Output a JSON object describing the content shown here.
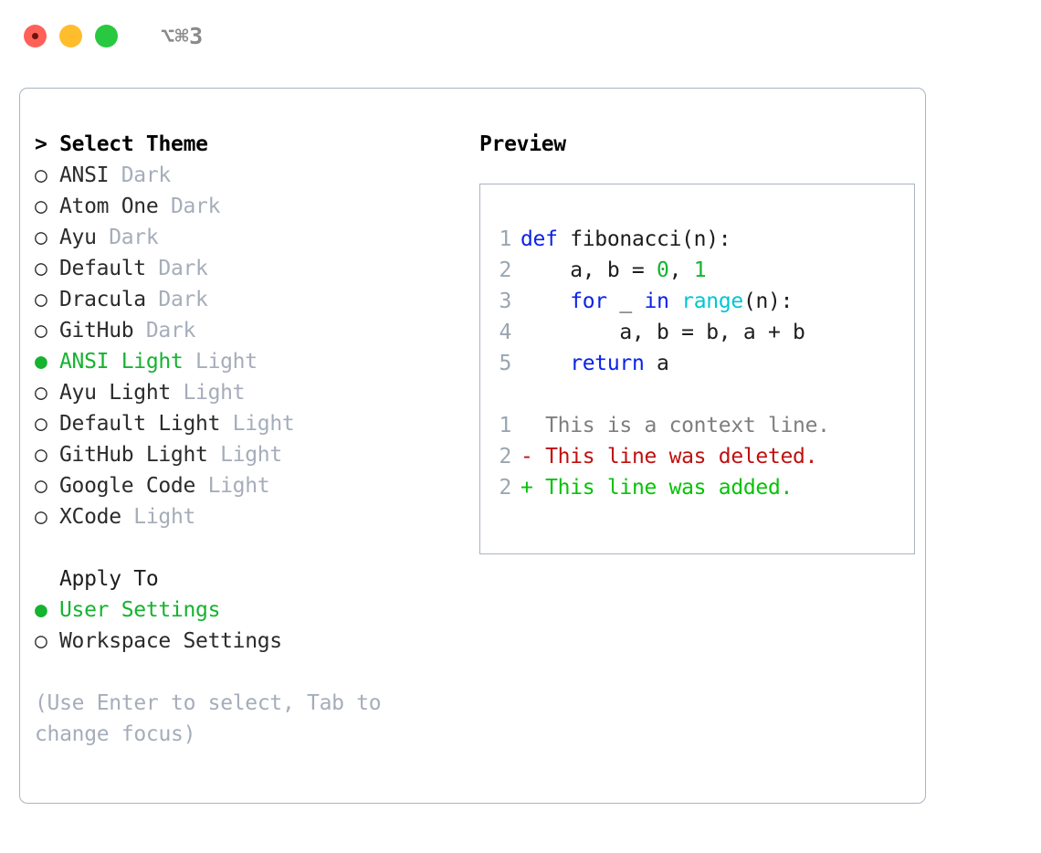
{
  "titlebar": {
    "shortcut": "⌥⌘3",
    "lights": [
      {
        "name": "close",
        "color": "#ff6159"
      },
      {
        "name": "minimize",
        "color": "#ffbd2e"
      },
      {
        "name": "maximize",
        "color": "#28c840"
      }
    ]
  },
  "theme_list": {
    "header": "> Select Theme",
    "items": [
      {
        "bullet": "○",
        "label": "ANSI",
        "tag": " Dark",
        "selected": false
      },
      {
        "bullet": "○",
        "label": "Atom One",
        "tag": " Dark",
        "selected": false
      },
      {
        "bullet": "○",
        "label": "Ayu",
        "tag": " Dark",
        "selected": false
      },
      {
        "bullet": "○",
        "label": "Default",
        "tag": " Dark",
        "selected": false
      },
      {
        "bullet": "○",
        "label": "Dracula",
        "tag": " Dark",
        "selected": false
      },
      {
        "bullet": "○",
        "label": "GitHub",
        "tag": " Dark",
        "selected": false
      },
      {
        "bullet": "●",
        "label": "ANSI Light",
        "tag": " Light",
        "selected": true
      },
      {
        "bullet": "○",
        "label": "Ayu Light",
        "tag": " Light",
        "selected": false
      },
      {
        "bullet": "○",
        "label": "Default Light",
        "tag": " Light",
        "selected": false
      },
      {
        "bullet": "○",
        "label": "GitHub Light",
        "tag": " Light",
        "selected": false
      },
      {
        "bullet": "○",
        "label": "Google Code",
        "tag": " Light",
        "selected": false
      },
      {
        "bullet": "○",
        "label": "XCode",
        "tag": " Light",
        "selected": false
      }
    ]
  },
  "apply_to": {
    "title": "Apply To",
    "items": [
      {
        "bullet": "●",
        "label": "User Settings",
        "selected": true
      },
      {
        "bullet": "○",
        "label": "Workspace Settings",
        "selected": false
      }
    ]
  },
  "hint": "(Use Enter to select, Tab to change focus)",
  "preview": {
    "header": "Preview",
    "code_lines": [
      {
        "no": "1",
        "tokens": [
          {
            "t": "def",
            "c": "kw"
          },
          {
            "t": " fibonacci(n):",
            "c": "plain"
          }
        ]
      },
      {
        "no": "2",
        "tokens": [
          {
            "t": "    a, b = ",
            "c": "plain"
          },
          {
            "t": "0",
            "c": "num"
          },
          {
            "t": ", ",
            "c": "plain"
          },
          {
            "t": "1",
            "c": "num"
          }
        ]
      },
      {
        "no": "3",
        "tokens": [
          {
            "t": "    ",
            "c": "plain"
          },
          {
            "t": "for",
            "c": "kw"
          },
          {
            "t": " _ ",
            "c": "plain"
          },
          {
            "t": "in",
            "c": "kw"
          },
          {
            "t": " ",
            "c": "plain"
          },
          {
            "t": "range",
            "c": "fn"
          },
          {
            "t": "(n):",
            "c": "plain"
          }
        ]
      },
      {
        "no": "4",
        "tokens": [
          {
            "t": "        a, b = b, a + b",
            "c": "plain"
          }
        ]
      },
      {
        "no": "5",
        "tokens": [
          {
            "t": "    ",
            "c": "plain"
          },
          {
            "t": "return",
            "c": "kw"
          },
          {
            "t": " a",
            "c": "plain"
          }
        ]
      }
    ],
    "diff_lines": [
      {
        "no": "1",
        "marker": "  ",
        "text": "This is a context line.",
        "kind": "ctx"
      },
      {
        "no": "2",
        "marker": "- ",
        "text": "This line was deleted.",
        "kind": "del"
      },
      {
        "no": "2",
        "marker": "+ ",
        "text": "This line was added.",
        "kind": "add"
      }
    ]
  },
  "colors": {
    "accent_green": "#15b32f",
    "keyword_blue": "#0a22e8",
    "function_cyan": "#00c6d4",
    "number_green": "#15b32f",
    "diff_deleted": "#c01010",
    "diff_added": "#07c207",
    "muted": "#a5adba",
    "border": "#aab4c2"
  }
}
